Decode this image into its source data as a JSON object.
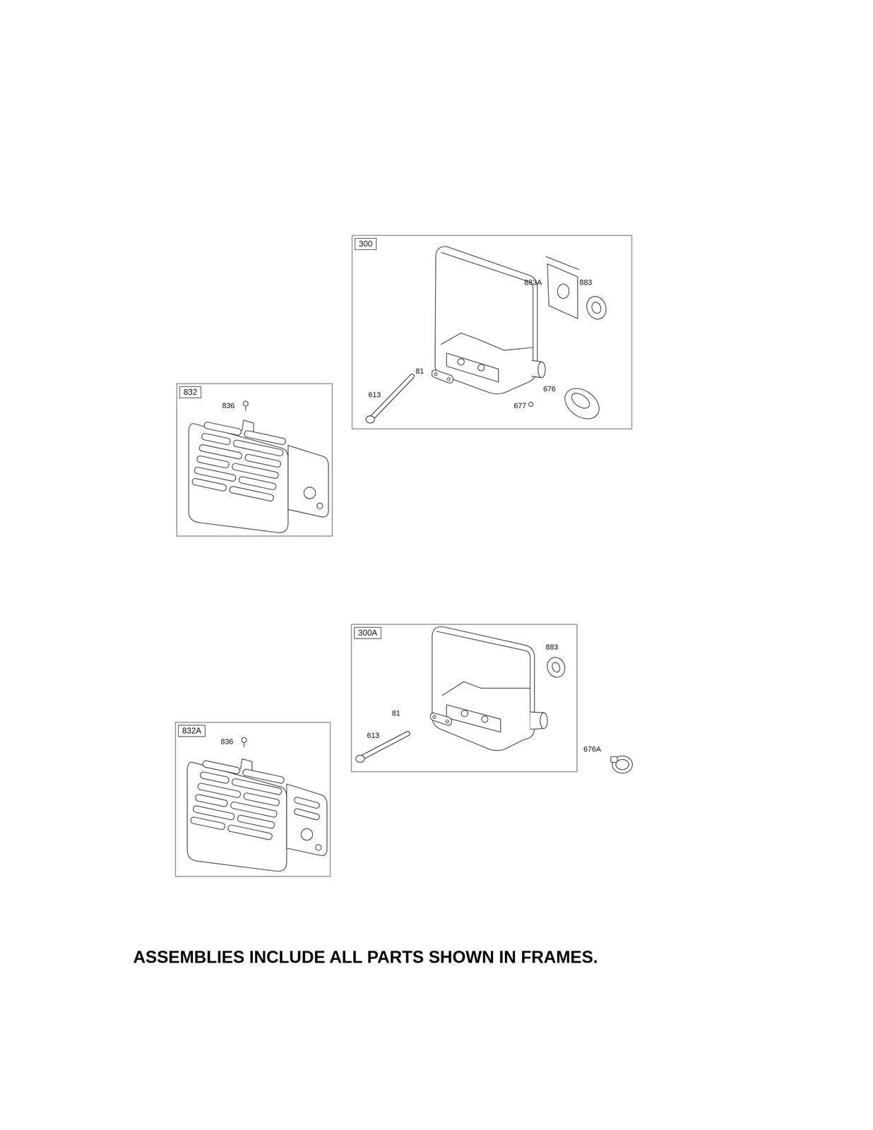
{
  "diagram": {
    "nodes": [
      {
        "text": [
          "300"
        ]
      },
      {
        "text": [
          "832"
        ]
      },
      {
        "text": [
          "300A"
        ]
      },
      {
        "text": [
          "832A"
        ]
      }
    ],
    "labels": [
      "883A",
      "883",
      "81",
      "676",
      "613",
      "677",
      "836",
      "883",
      "81",
      "613",
      "676A",
      "836"
    ],
    "caption": "ASSEMBLIES INCLUDE ALL PARTS SHOWN IN FRAMES."
  }
}
